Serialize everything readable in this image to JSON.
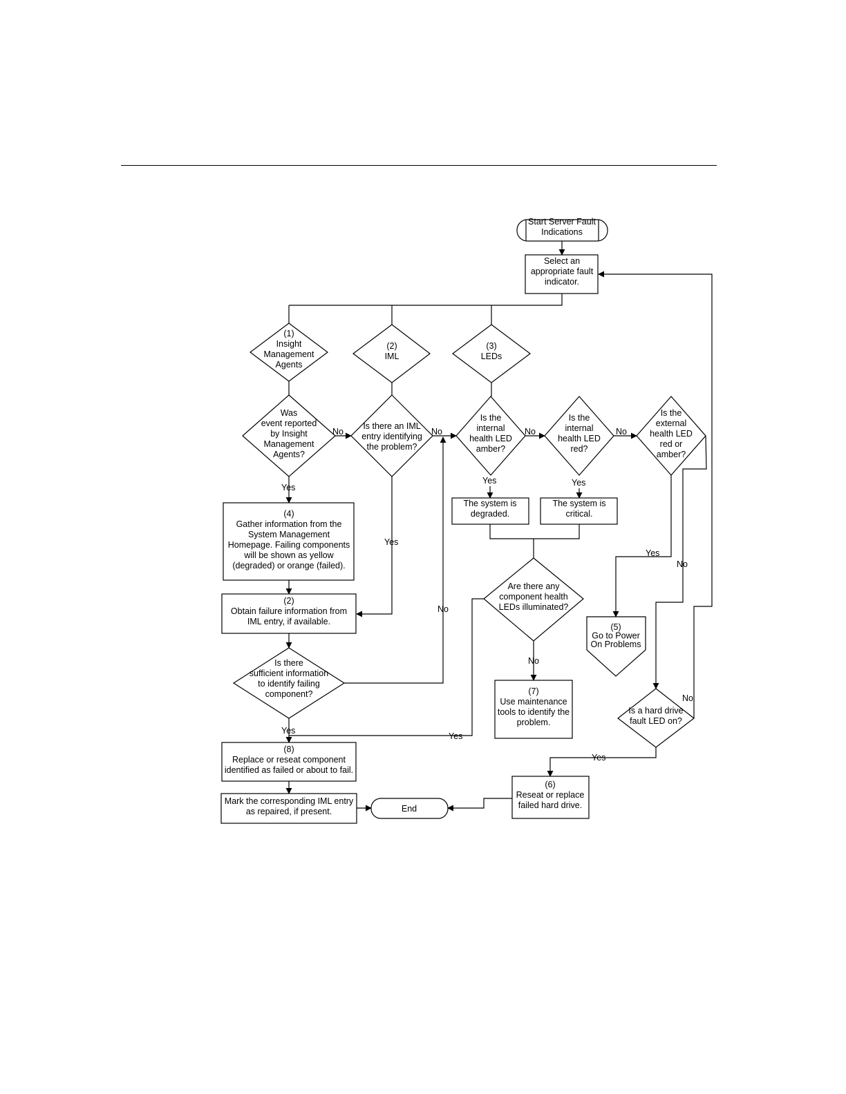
{
  "nodes": {
    "start": {
      "lines": [
        "Start Server Fault",
        "Indications"
      ]
    },
    "select": {
      "lines": [
        "Select an",
        "appropriate fault",
        "indicator."
      ]
    },
    "d1": {
      "lines": [
        "(1)",
        "Insight",
        "Management",
        "Agents"
      ]
    },
    "d2": {
      "lines": [
        "(2)",
        "IML"
      ]
    },
    "d3": {
      "lines": [
        "(3)",
        "LEDs"
      ]
    },
    "q_event": {
      "lines": [
        "Was",
        "event reported",
        "by Insight",
        "Management",
        "Agents?"
      ]
    },
    "q_iml": {
      "lines": [
        "Is there an IML",
        "entry identifying",
        "the problem?"
      ]
    },
    "q_int_amber": {
      "lines": [
        "Is the",
        "internal",
        "health LED",
        "amber?"
      ]
    },
    "q_int_red": {
      "lines": [
        "Is the",
        "internal",
        "health LED",
        "red?"
      ]
    },
    "q_ext": {
      "lines": [
        "Is the",
        "external",
        "health LED",
        "red or",
        "amber?"
      ]
    },
    "degraded": {
      "lines": [
        "The system is",
        "degraded."
      ]
    },
    "critical": {
      "lines": [
        "The system is",
        "critical."
      ]
    },
    "gather": {
      "lines": [
        "(4)",
        "Gather information from the",
        "System Management",
        "Homepage. Failing components",
        "will be shown as yellow",
        "(degraded) or orange (failed)."
      ]
    },
    "obtain": {
      "lines": [
        "(2)",
        "Obtain failure information from",
        "IML entry, if available."
      ]
    },
    "q_sufficient": {
      "lines": [
        "Is there",
        "sufficient information",
        "to identify failing",
        "component?"
      ]
    },
    "q_component": {
      "lines": [
        "Are there any",
        "component health",
        "LEDs illuminated?"
      ]
    },
    "power": {
      "lines": [
        "(5)",
        "Go to Power",
        "On Problems"
      ]
    },
    "maint": {
      "lines": [
        "(7)",
        "Use maintenance",
        "tools to identify the",
        "problem."
      ]
    },
    "q_hdd": {
      "lines": [
        "Is a hard drive",
        "fault LED on?"
      ]
    },
    "replace": {
      "lines": [
        "(8)",
        "Replace or reseat component",
        "identified as failed or about to fail."
      ]
    },
    "mark": {
      "lines": [
        "Mark the corresponding IML entry",
        "as repaired, if present."
      ]
    },
    "end": {
      "lines": [
        "End"
      ]
    },
    "reseat": {
      "lines": [
        "(6)",
        "Reseat or replace",
        "failed hard drive."
      ]
    }
  },
  "edge_labels": {
    "yes": "Yes",
    "no": "No"
  }
}
